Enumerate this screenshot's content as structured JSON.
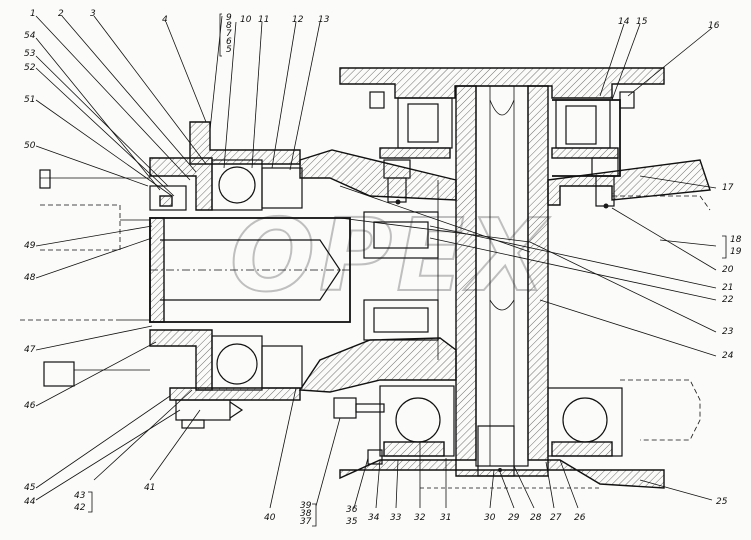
{
  "watermark": "OPEX",
  "labels_top": [
    "1",
    "2",
    "3",
    "4",
    "9",
    "8",
    "7",
    "6",
    "5",
    "10",
    "11",
    "12",
    "13",
    "14",
    "15",
    "16"
  ],
  "labels_left": [
    "54",
    "53",
    "52",
    "51",
    "50",
    "49",
    "48",
    "47",
    "46",
    "45",
    "44"
  ],
  "labels_right": [
    "17",
    "18",
    "19",
    "20",
    "21",
    "22",
    "23",
    "24",
    "25"
  ],
  "labels_bottom": [
    "43",
    "42",
    "41",
    "40",
    "39",
    "38",
    "37",
    "36",
    "35",
    "34",
    "33",
    "32",
    "31",
    "30",
    "29",
    "28",
    "27",
    "26"
  ],
  "colors": {
    "ink": "#111111",
    "paper": "#fbfbf9",
    "watermark": "#b9b9b9"
  }
}
